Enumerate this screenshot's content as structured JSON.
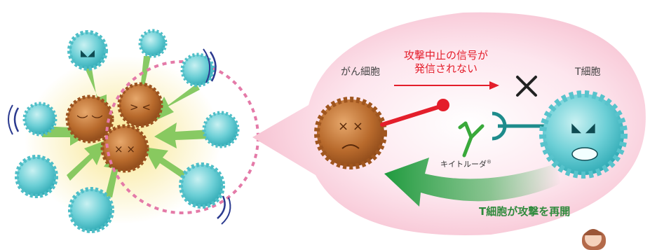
{
  "labels": {
    "cancer_cell": "がん細胞",
    "t_cell": "T細胞",
    "signal_line1": "攻撃中止の信号が",
    "signal_line2": "発信されない",
    "drug_name": "キイトルーダ",
    "drug_mark": "®",
    "resume_attack": "T細胞が攻撃を再開"
  },
  "colors": {
    "bubble_pink": "#f9c9d6",
    "cancer_brown": "#b5662a",
    "tcell_cyan": "#5ec8d0",
    "signal_red": "#e41e2b",
    "antibody_green": "#39a93b",
    "arrow_green": "#2ea84a",
    "dashed_circle": "#e47aa8",
    "receptor_teal": "#1e8c8c"
  },
  "icons": [
    "cancer-cell-icon",
    "t-cell-icon",
    "antibody-icon",
    "cross-mark-icon",
    "person-icon"
  ]
}
